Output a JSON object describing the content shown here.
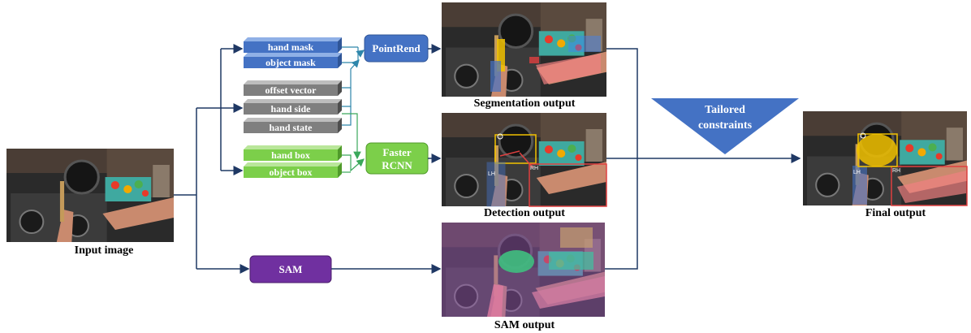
{
  "diagram": {
    "input_caption": "Input image",
    "outputs": {
      "hand_mask": "hand mask",
      "object_mask": "object mask",
      "offset_vector": "offset vector",
      "hand_side": "hand side",
      "hand_state": "hand state",
      "hand_box": "hand box",
      "object_box": "object box"
    },
    "models": {
      "pointrend": "PointRend",
      "faster_rcnn_line1": "Faster",
      "faster_rcnn_line2": "RCNN",
      "sam": "SAM"
    },
    "captions": {
      "segmentation": "Segmentation output",
      "detection": "Detection output",
      "sam": "SAM output",
      "final": "Final output"
    },
    "constraints_line1": "Tailored",
    "constraints_line2": "constraints",
    "overlay_tags": {
      "left_hand": "LH",
      "right_hand": "RH",
      "object_marker": "O"
    }
  },
  "colors": {
    "blue_box": "#4472c4",
    "gray_box": "#7f7f7f",
    "green_box": "#7ccf4a",
    "purple_box": "#7030a0",
    "arrow_navy": "#1f3864",
    "arrow_teal": "#2e86ab",
    "arrow_green": "#3aa85a",
    "triangle": "#4472c4"
  }
}
